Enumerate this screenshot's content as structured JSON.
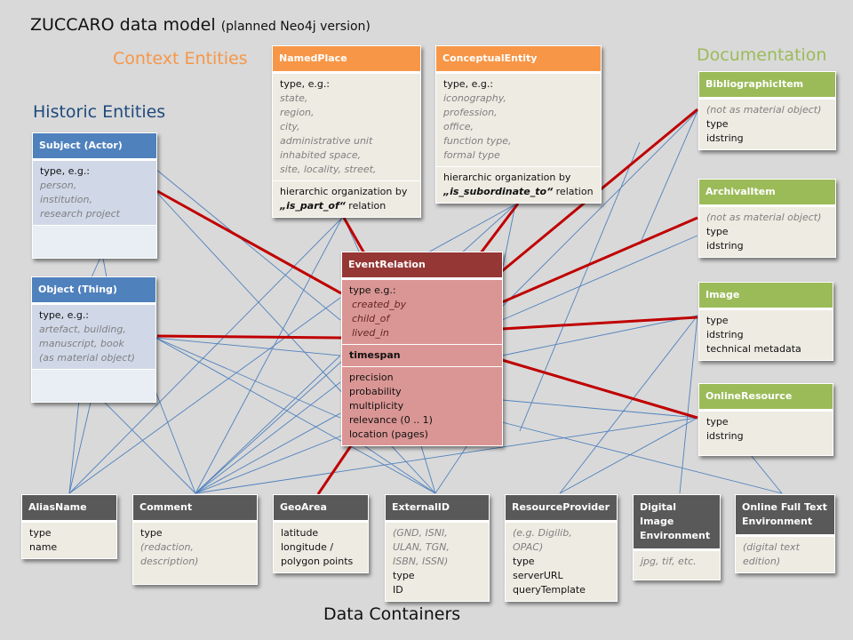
{
  "title": {
    "main": "ZUCCARO  data model",
    "sub": "(planned Neo4j version)"
  },
  "groups": {
    "context": {
      "label": "Context Entities",
      "color": "#f79646"
    },
    "historic": {
      "label": "Historic Entities",
      "color": "#1f497d"
    },
    "documentation": {
      "label": "Documentation",
      "color": "#9bbb59"
    },
    "containers": {
      "label": "Data Containers",
      "color": "#111111"
    }
  },
  "entities": {
    "named_place": {
      "title": "NamedPlace",
      "type_label": "type, e.g.:",
      "examples": [
        "state,",
        "region,",
        "city,",
        "administrative  unit",
        "inhabited space,",
        "site, locality, street,"
      ],
      "hier_prefix": "hierarchic  organization by",
      "hier_rel": "„is_part_of“",
      "hier_suffix": " relation"
    },
    "conceptual_entity": {
      "title": "ConceptualEntity",
      "type_label": "type, e.g.:",
      "examples": [
        "iconography,",
        "profession,",
        "office,",
        "function type,",
        "formal type"
      ],
      "hier_prefix": "hierarchic  organization by",
      "hier_rel": "„is_subordinate_to“",
      "hier_suffix": "  relation"
    },
    "subject": {
      "title": "Subject (Actor)",
      "type_label": "type, e.g.:",
      "examples": [
        "person,",
        "institution,",
        "research project"
      ]
    },
    "object": {
      "title": "Object (Thing)",
      "type_label": "type, e.g.:",
      "examples": [
        "artefact, building,",
        "manuscript,  book",
        "(as material object)"
      ]
    },
    "event_relation": {
      "title": "EventRelation",
      "type_label": "type e.g.:",
      "examples": [
        "created_by",
        "child_of",
        "lived_in"
      ],
      "timespan": "timespan",
      "attributes": [
        "precision",
        "probability",
        "multiplicity",
        "relevance (0 .. 1)",
        "location (pages)"
      ]
    },
    "bibliographic_item": {
      "title": "BibliographicItem",
      "note": "(not as material object)",
      "fields": [
        "type",
        "idstring"
      ]
    },
    "archival_item": {
      "title": "ArchivalItem",
      "note": "(not as material object)",
      "fields": [
        "type",
        "idstring"
      ]
    },
    "image": {
      "title": "Image",
      "fields": [
        "type",
        "idstring",
        "technical metadata"
      ]
    },
    "online_resource": {
      "title": "OnlineResource",
      "fields": [
        "type",
        "idstring"
      ]
    },
    "alias_name": {
      "title": "AliasName",
      "fields": [
        "type",
        "name"
      ]
    },
    "comment": {
      "title": "Comment",
      "fields": [
        "type"
      ],
      "notes": [
        "(redaction,",
        "description)"
      ]
    },
    "geo_area": {
      "title": "GeoArea",
      "fields": [
        "latitude",
        "longitude /",
        "polygon points"
      ]
    },
    "external_id": {
      "title": "ExternalID",
      "notes": [
        "(GND,  ISNI,",
        "ULAN,  TGN,",
        "ISBN,  ISSN)"
      ],
      "fields": [
        "type",
        "ID"
      ]
    },
    "resource_provider": {
      "title": "ResourceProvider",
      "notes": [
        "(e.g.  Digilib,",
        "OPAC)"
      ],
      "fields": [
        "type",
        "serverURL",
        "queryTemplate"
      ]
    },
    "digital_image_env": {
      "title_lines": [
        "Digital  Image",
        "Environment"
      ],
      "notes": [
        "jpg,  tif, etc."
      ]
    },
    "online_full_text_env": {
      "title_lines": [
        "Online  Full Text",
        "Environment"
      ],
      "notes": [
        "(digital  text",
        "edition)"
      ]
    }
  },
  "colors": {
    "event_link": "#c00000",
    "container_link": "#4f81bd"
  }
}
